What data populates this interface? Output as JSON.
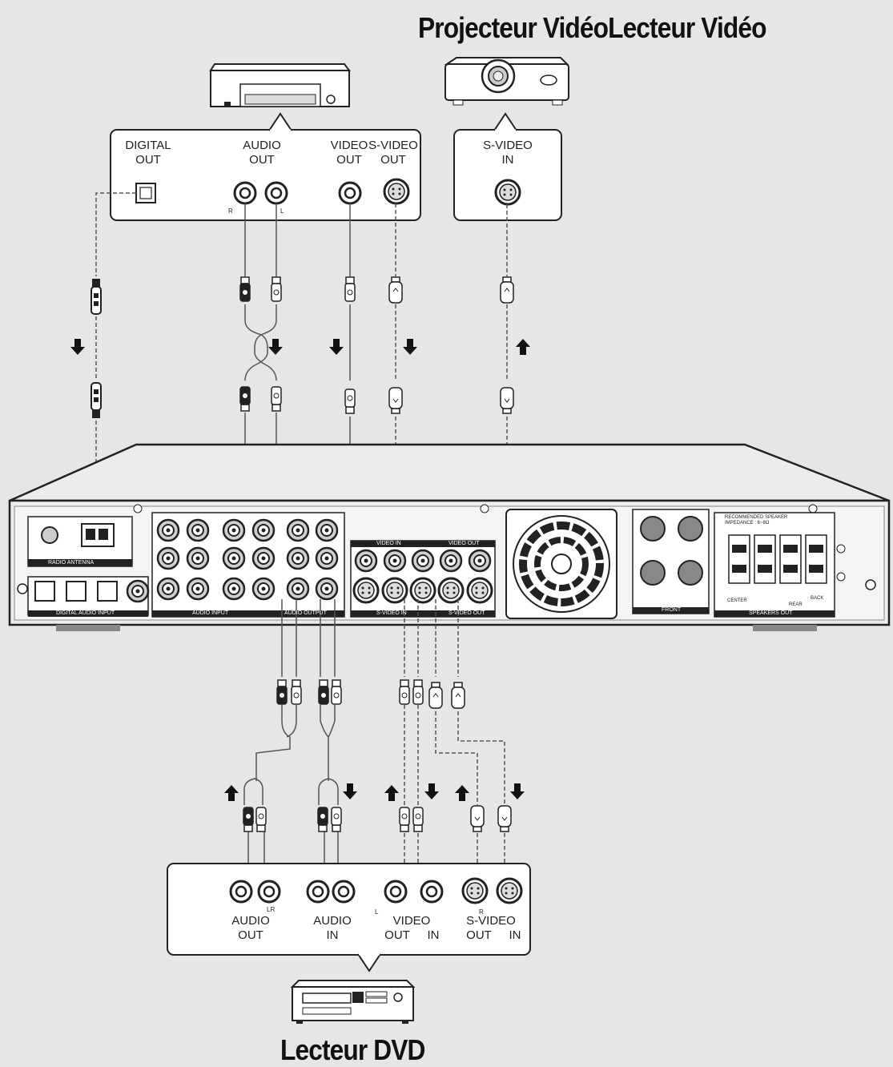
{
  "titles": {
    "projector_player": "Projecteur VidéoLecteur Vidéo",
    "dvd": "Lecteur DVD"
  },
  "top_left_panel": {
    "digital_out": [
      "DIGITAL",
      "OUT"
    ],
    "audio_out": [
      "AUDIO",
      "OUT"
    ],
    "video_out": [
      "VIDEO",
      "OUT"
    ],
    "svideo_out": [
      "S-VIDEO",
      "OUT"
    ],
    "r": "R",
    "l": "L"
  },
  "top_right_panel": {
    "svideo_in": [
      "S-VIDEO",
      "IN"
    ]
  },
  "bottom_panel": {
    "audio_out": [
      "AUDIO",
      "OUT"
    ],
    "audio_in": [
      "AUDIO",
      "IN"
    ],
    "video": "VIDEO",
    "video_out": "OUT",
    "video_in": "IN",
    "svideo": "S-VIDEO",
    "svideo_out": "OUT",
    "svideo_in": "IN",
    "lr": "LR",
    "l": "L",
    "r": "R"
  },
  "receiver": {
    "radio_antenna": "RADIO ANTENNA",
    "digital_audio_input": "DIGITAL AUDIO INPUT",
    "audio_input": "AUDIO INPUT",
    "audio_output": "AUDIO OUTPUT",
    "video_in": "VIDEO IN",
    "video_out": "VIDEO OUT",
    "svideo_in": "S-VIDEO IN",
    "svideo_out": "S-VIDEO OUT",
    "front": "FRONT",
    "speakers_out": "SPEAKERS OUT",
    "recommended": "RECOMMENDED SPEAKER IMPEDANCE : 6~8Ω",
    "center": "CENTER",
    "rear": "REAR",
    "back": "BACK"
  },
  "arrows": {
    "up": "up-arrow",
    "down": "down-arrow"
  }
}
